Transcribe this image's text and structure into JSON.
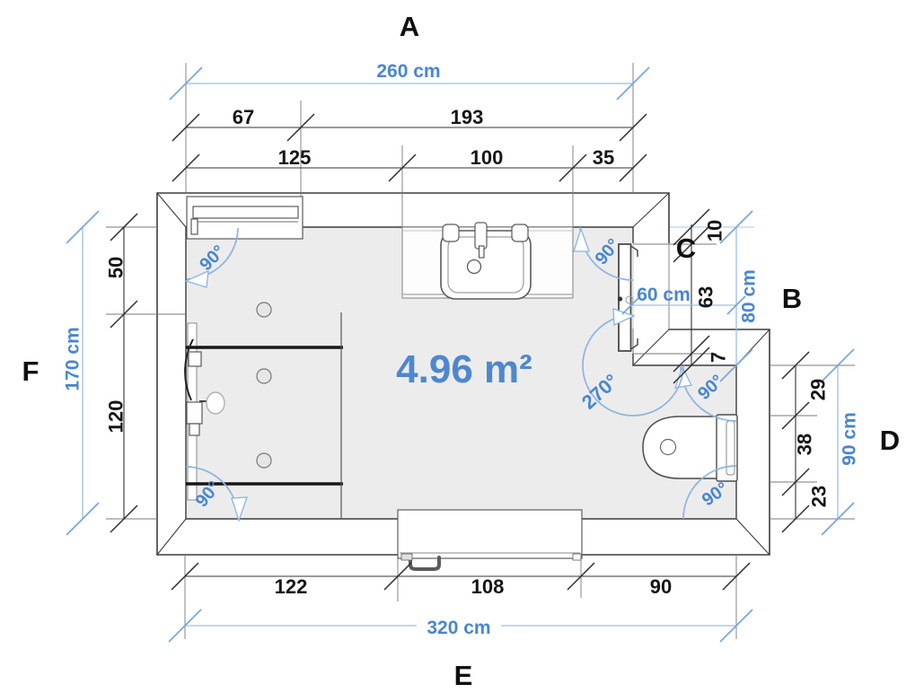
{
  "figure": {
    "type": "bathroom-floor-plan",
    "room_area": "4.96 m²",
    "wall_labels": {
      "top": "A",
      "right_upper": "B",
      "right_niche": "C",
      "right_lower": "D",
      "bottom": "E",
      "left": "F"
    },
    "dimensions": {
      "top_total": "260 cm",
      "top_chain_1": [
        "67",
        "193"
      ],
      "top_chain_2": [
        "125",
        "100",
        "35"
      ],
      "left_total": "170 cm",
      "left_chain": [
        "50",
        "120"
      ],
      "bottom_total": "320 cm",
      "bottom_chain": [
        "122",
        "108",
        "90"
      ],
      "right_upper_total": "80 cm",
      "right_upper_chain": [
        "10",
        "63",
        "7"
      ],
      "door_width": "60 cm",
      "right_lower_total": "90 cm",
      "right_lower_chain": [
        "29",
        "38",
        "23"
      ]
    },
    "angles": {
      "top_left": "90°",
      "top_right": "90°",
      "bottom_left": "90°",
      "bottom_right": "90°",
      "step_corner": "90°",
      "door_corner": "270°"
    },
    "colors": {
      "dimension_text_blue": "#4a86cd",
      "dimension_line_blue": "#9dbde4",
      "room_fill": "#ececec",
      "wall_line": "#3d3d3d",
      "black_text": "#161616"
    }
  }
}
